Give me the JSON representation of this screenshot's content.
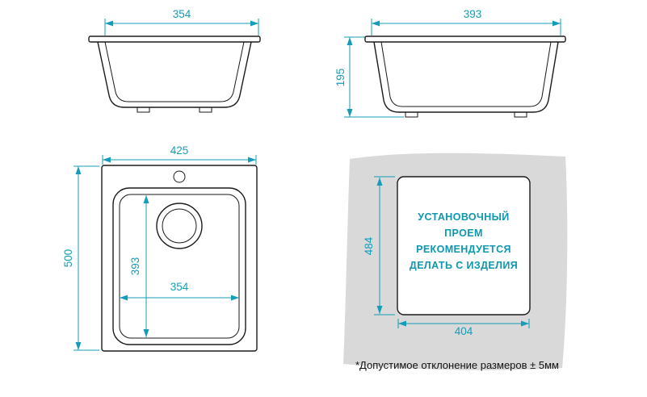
{
  "colors": {
    "dimension_teal": "#149cb8",
    "note_teal": "#0e98b0",
    "drawing_black": "#1a1a1a",
    "panel_gray": "#d9d9d9"
  },
  "front_view": {
    "top_width": "354"
  },
  "side_view": {
    "top_width": "393",
    "height": "195"
  },
  "top_view": {
    "overall_width": "425",
    "overall_height": "500",
    "bowl_length": "393",
    "bowl_width": "354"
  },
  "cutout_view": {
    "height": "484",
    "width": "404",
    "note_lines": [
      "УСТАНОВОЧНЫЙ",
      "ПРОЕМ",
      "РЕКОМЕНДУЕТСЯ",
      "ДЕЛАТЬ С ИЗДЕЛИЯ"
    ]
  },
  "footnote": "*Допустимое отклонение размеров ± 5мм"
}
